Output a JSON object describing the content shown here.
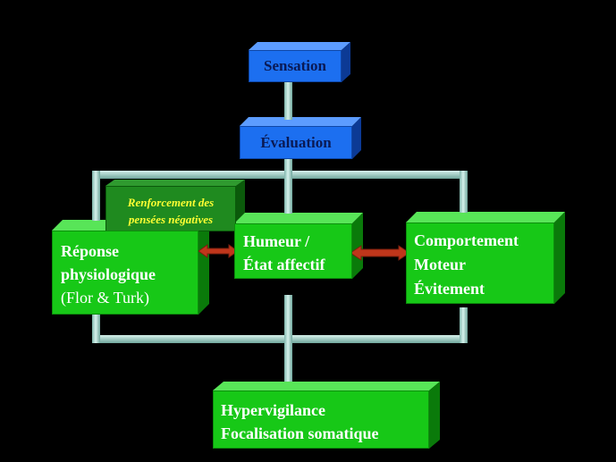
{
  "diagram": {
    "sensation": "Sensation",
    "evaluation": "Évaluation",
    "renforcement": [
      "Renforcement des",
      "pensées négatives"
    ],
    "reponse": [
      "Réponse",
      "physiologique",
      "(Flor & Turk)"
    ],
    "humeur": [
      "Humeur /",
      "État affectif"
    ],
    "comportement": [
      "Comportement",
      "Moteur",
      "Évitement"
    ],
    "hypervigilance": [
      "Hypervigilance",
      "Focalisation somatique"
    ]
  },
  "colors": {
    "background": "#000000",
    "box_blue": "#1c6ff0",
    "box_green": "#17c817",
    "connector": "#a6dcd2",
    "arrow_red": "#c0361b",
    "label_yellow": "#ffff33"
  }
}
